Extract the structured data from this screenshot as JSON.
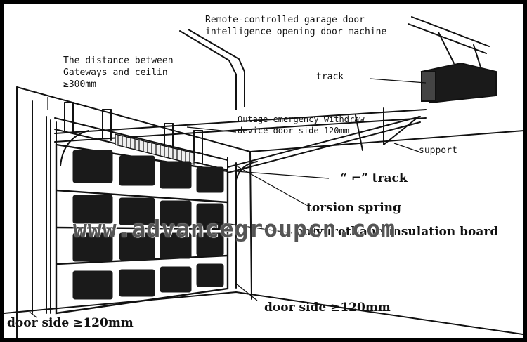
{
  "labels": {
    "remote_line1": "Remote-controlled garage door",
    "remote_line2": "intelligence opening door machine",
    "distance_line1": "The distance between",
    "distance_line2": "Gateways and ceilin",
    "distance_line3": "≥300mm",
    "track_top": "track",
    "outage_line1": "Outage emergency withdraw",
    "outage_line2": "device door side 120mm",
    "support": "support",
    "l_track": "“ ⌐” track",
    "torsion_spring": "torsion spring",
    "insulation_board": "polyurethane insulation board",
    "door_side_right": "door side ≥120mm",
    "door_side_left": "door side ≥120mm"
  },
  "watermark": "www.advancegroupcn.com",
  "colors": {
    "frame": "#000000",
    "background": "#ffffff",
    "panel_window": "#1a1a1a",
    "ink": "#111111"
  }
}
